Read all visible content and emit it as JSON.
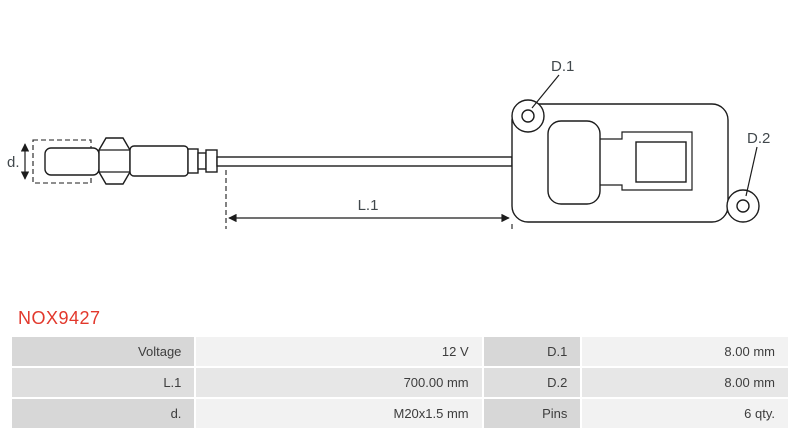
{
  "part_number": "NOX9427",
  "diagram": {
    "labels": {
      "d": "d.",
      "l1": "L.1",
      "d1": "D.1",
      "d2": "D.2"
    }
  },
  "table": {
    "rows": [
      {
        "label1": "Voltage",
        "value1": "12 V",
        "label2": "D.1",
        "value2": "8.00 mm"
      },
      {
        "label1": "L.1",
        "value1": "700.00 mm",
        "label2": "D.2",
        "value2": "8.00 mm"
      },
      {
        "label1": "d.",
        "value1": "M20x1.5 mm",
        "label2": "Pins",
        "value2": "6 qty."
      }
    ]
  },
  "colors": {
    "part_number": "#e2382c",
    "diagram_line": "#1c1c1c",
    "dim_label": "#41484c",
    "table_text": "#3d3d3d",
    "label_bg_odd": "#d7d7d7",
    "label_bg_even": "#dedede",
    "value_bg_odd": "#f2f2f2",
    "value_bg_even": "#e7e7e7"
  }
}
